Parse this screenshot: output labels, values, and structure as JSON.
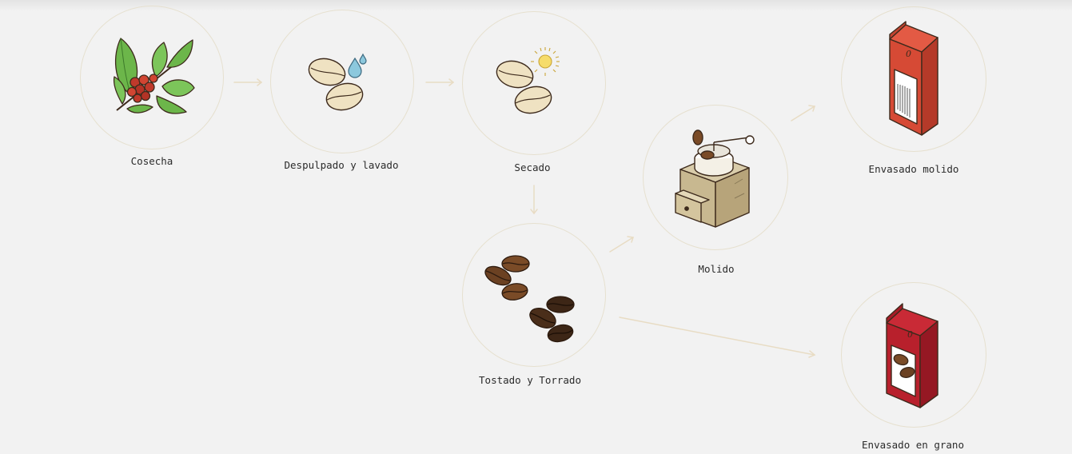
{
  "steps": [
    {
      "id": "cosecha",
      "label": "Cosecha",
      "icon": "coffee-branch-icon"
    },
    {
      "id": "despulpado",
      "label": "Despulpado y lavado",
      "icon": "washed-beans-icon"
    },
    {
      "id": "secado",
      "label": "Secado",
      "icon": "sun-dried-beans-icon"
    },
    {
      "id": "tostado",
      "label": "Tostado y Torrado",
      "icon": "roasted-beans-icon"
    },
    {
      "id": "molido",
      "label": "Molido",
      "icon": "coffee-grinder-icon"
    },
    {
      "id": "envasado_molido",
      "label": "Envasado molido",
      "icon": "ground-coffee-bag-icon"
    },
    {
      "id": "envasado_grano",
      "label": "Envasado en grano",
      "icon": "coffee-bean-bag-icon"
    }
  ],
  "colors": {
    "background": "#f2f2f2",
    "circle_border": "#e6e0cf",
    "arrow": "#e8dcc4",
    "label_text": "#2b2b2b",
    "leaf_green": "#6cb64a",
    "cherry_red": "#c0392b",
    "green_bean": "#efe2c2",
    "roasted_bean": "#5a3a22",
    "bag_red": "#d64a35",
    "bag_crimson": "#b8202c"
  }
}
